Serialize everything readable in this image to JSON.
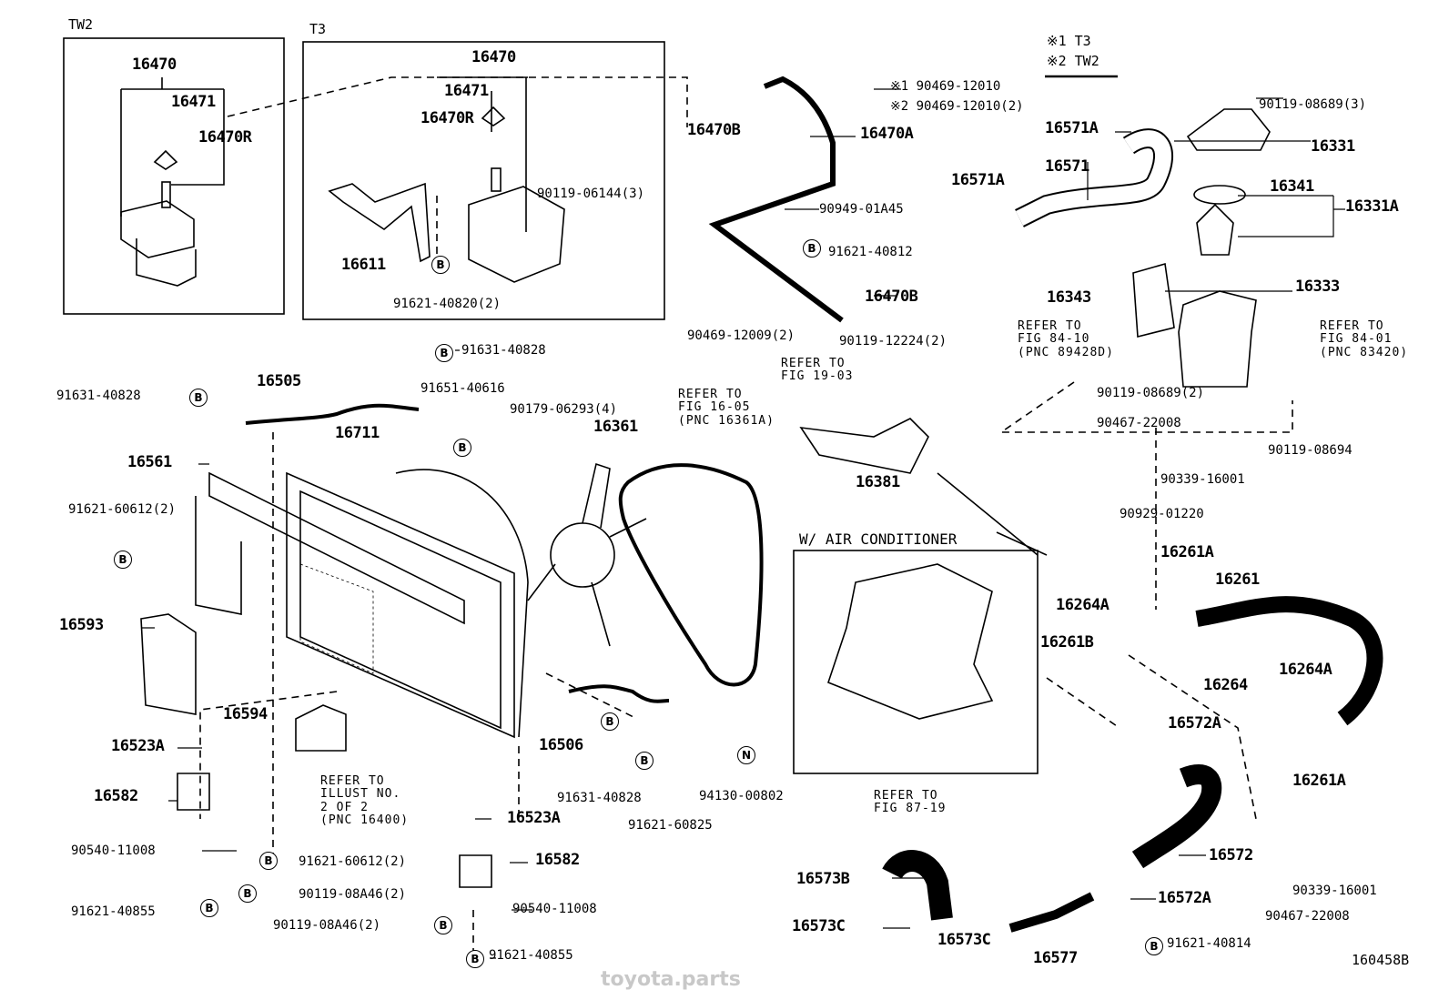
{
  "watermark": "toyota.parts",
  "figure_code": "160458B",
  "boxes": {
    "tw2": "TW2",
    "t3": "T3"
  },
  "legend": [
    "※1 T3",
    "※2 TW2"
  ],
  "section_title": "W/ AIR CONDITIONER",
  "callout_symbols": {
    "bolt": "B",
    "nut": "N"
  },
  "labels": [
    "16470",
    "16471",
    "16470R",
    "16470",
    "16471",
    "16470R",
    "90119-06144(3)",
    "16611",
    "91621-40820(2)",
    "16470B",
    "16470A",
    "※1 90469-12010",
    "※2 90469-12010(2)",
    "90949-01A45",
    "91621-40812",
    "16470B",
    "90469-12009(2)",
    "16571A",
    "90119-08689(3)",
    "16331",
    "16571",
    "16571A",
    "16341",
    "16331A",
    "16343",
    "16333",
    "REFER TO\nFIG 84-10\n(PNC 89428D)",
    "REFER TO\nFIG 84-01\n(PNC 83420)",
    "90119-08689(2)",
    "90467-22008",
    "90119-08694",
    "90339-16001",
    "90929-01220",
    "16261A",
    "16261",
    "16264A",
    "16261B",
    "16264",
    "16264A",
    "16572A",
    "16261A",
    "16572",
    "90339-16001",
    "90467-22008",
    "16572A",
    "16573B",
    "16573C",
    "16573C",
    "16577",
    "91621-40814",
    "REFER TO\nFIG 87-19",
    "90119-12224(2)",
    "REFER TO\nFIG 19-03",
    "REFER TO\nFIG 16-05\n(PNC 16361A)",
    "16381",
    "91631-40828",
    "91651-40616",
    "90179-06293(4)",
    "16361",
    "91631-40828",
    "16505",
    "16711",
    "16561",
    "91621-60612(2)",
    "16593",
    "16594",
    "16523A",
    "16582",
    "90540-11008",
    "91621-40855",
    "REFER TO\nILLUST NO.\n2 OF 2\n(PNC 16400)",
    "91621-60612(2)",
    "90119-08A46(2)",
    "90119-08A46(2)",
    "16523A",
    "16582",
    "90540-11008",
    "91621-40855",
    "16506",
    "91631-40828",
    "91621-60825",
    "94130-00802"
  ]
}
